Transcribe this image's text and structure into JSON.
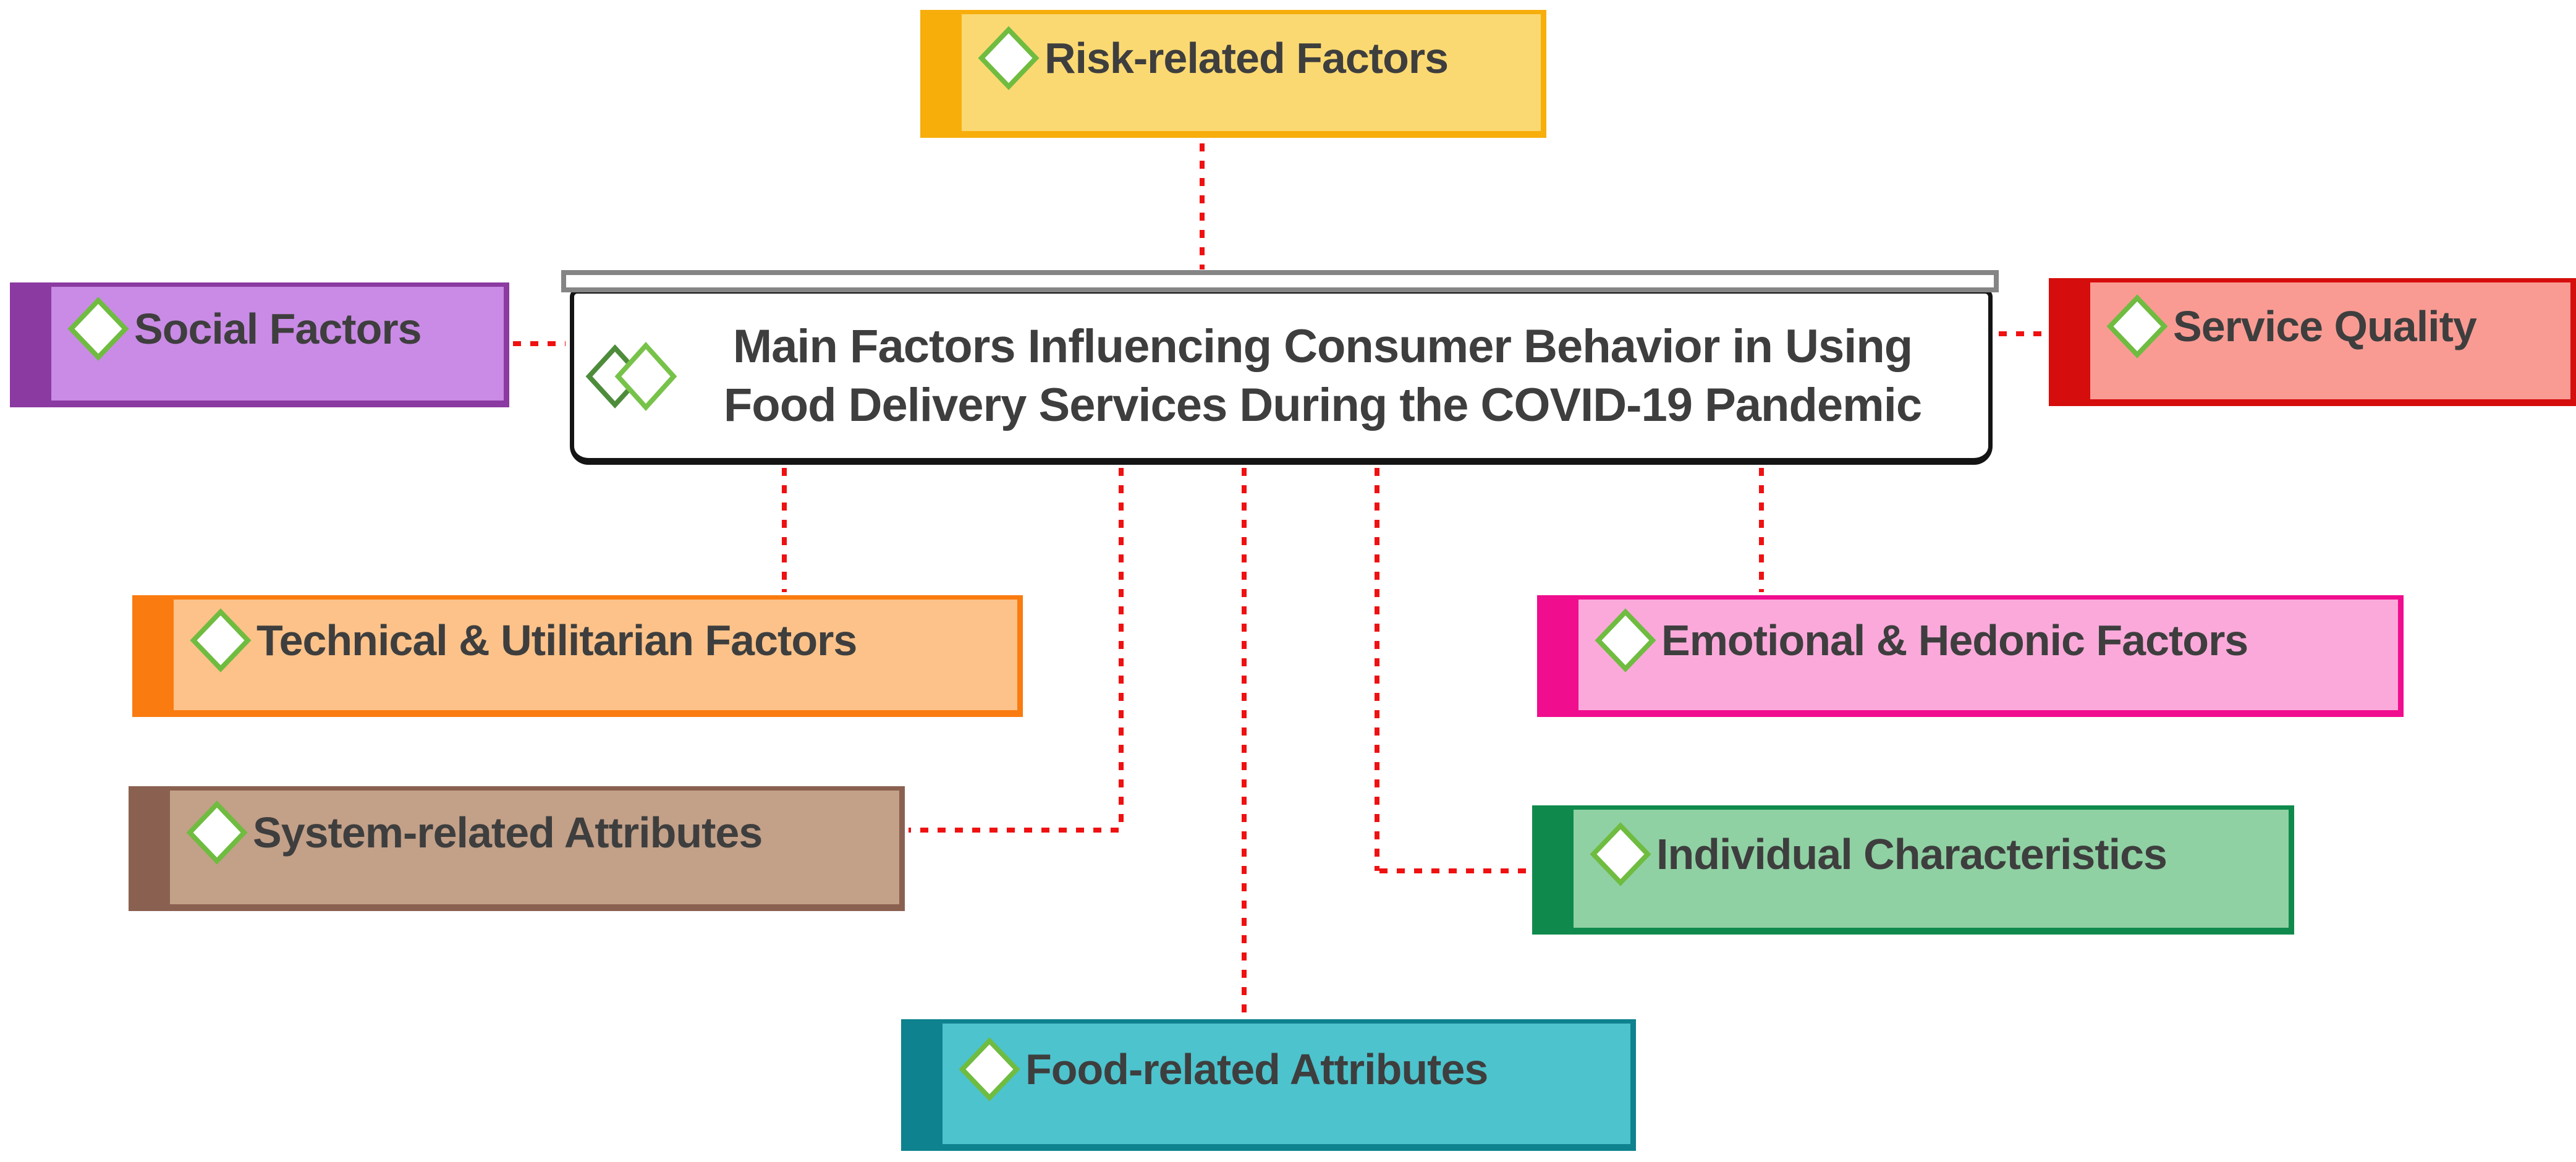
{
  "diagram": {
    "main_topic": {
      "title_line1": "Main Factors Influencing Consumer Behavior in Using",
      "title_line2": "Food Delivery Services During the COVID-19 Pandemic",
      "text_color": "#3E3E3E",
      "fill_color": "#FFFFFF",
      "border_color": "#141414",
      "top_bar_border_color": "#858585",
      "icon": {
        "name": "double-diamond-icon",
        "back_diamond_stroke": "#4E8C3C",
        "front_diamond_stroke": "#77C34A",
        "front_diamond_fill": "#FFFFFF"
      }
    },
    "branch_icon": {
      "name": "diamond-icon",
      "stroke": "#6FBC40",
      "fill": "#FFFFFF"
    },
    "connector": {
      "color": "#EF1111",
      "style": "dashed"
    },
    "nodes": [
      {
        "id": "risk-related-factors",
        "label": "Risk-related Factors",
        "strip_color": "#F7AE0B",
        "fill_color": "#FBD972",
        "position": "top"
      },
      {
        "id": "social-factors",
        "label": "Social Factors",
        "strip_color": "#8B3AA1",
        "fill_color": "#C98BE5",
        "position": "left"
      },
      {
        "id": "service-quality",
        "label": "Service Quality",
        "strip_color": "#D60D0D",
        "fill_color": "#F99B93",
        "position": "right"
      },
      {
        "id": "technical-utilitarian-factors",
        "label": "Technical & Utilitarian Factors",
        "strip_color": "#FA7B0F",
        "fill_color": "#FCC289",
        "position": "mid-left"
      },
      {
        "id": "emotional-hedonic-factors",
        "label": "Emotional & Hedonic Factors",
        "strip_color": "#F00D8E",
        "fill_color": "#FBA9DA",
        "position": "mid-right"
      },
      {
        "id": "system-related-attributes",
        "label": "System-related Attributes",
        "strip_color": "#8A6150",
        "fill_color": "#C3A088",
        "position": "lower-left"
      },
      {
        "id": "individual-characteristics",
        "label": "Individual Characteristics",
        "strip_color": "#0F8A4C",
        "fill_color": "#8FD1A3",
        "position": "lower-right"
      },
      {
        "id": "food-related-attributes",
        "label": "Food-related Attributes",
        "strip_color": "#0E828E",
        "fill_color": "#4CC3CD",
        "position": "bottom"
      }
    ],
    "edges": [
      {
        "from": "main",
        "to": "risk-related-factors"
      },
      {
        "from": "main",
        "to": "social-factors"
      },
      {
        "from": "main",
        "to": "service-quality"
      },
      {
        "from": "main",
        "to": "technical-utilitarian-factors"
      },
      {
        "from": "main",
        "to": "emotional-hedonic-factors"
      },
      {
        "from": "main",
        "to": "system-related-attributes"
      },
      {
        "from": "main",
        "to": "individual-characteristics"
      },
      {
        "from": "main",
        "to": "food-related-attributes"
      }
    ]
  }
}
